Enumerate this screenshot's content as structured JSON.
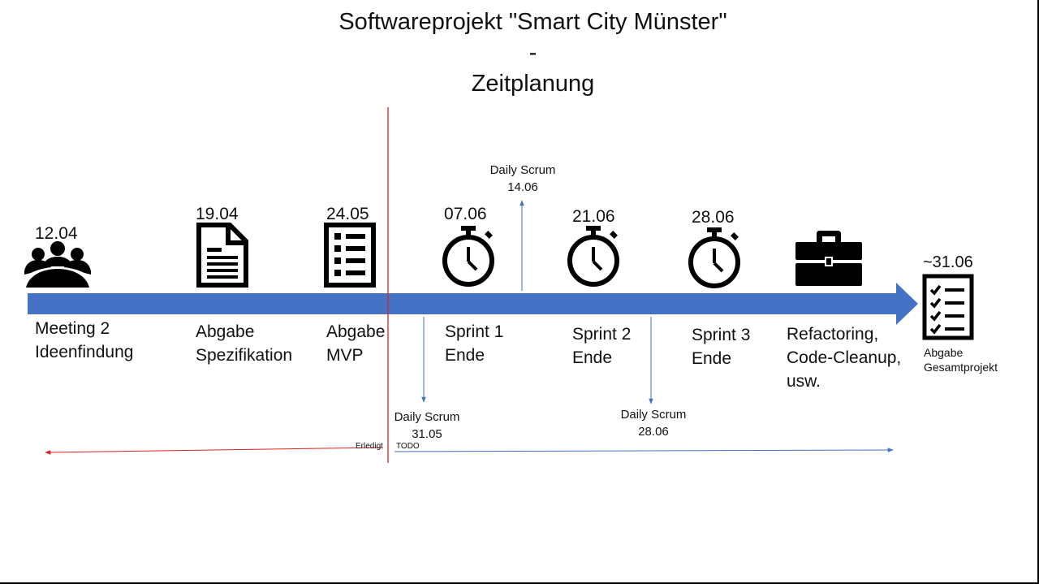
{
  "title": {
    "line1": "Softwareprojekt \"Smart City Münster\"",
    "line2": "-",
    "line3": "Zeitplanung"
  },
  "colors": {
    "timeline_arrow": "#4472C4",
    "today_line": "#E02020",
    "done_arrow": "#E02020",
    "todo_arrow": "#4472C4",
    "icons": "#000000"
  },
  "milestones": [
    {
      "date": "12.04",
      "label": "Meeting 2\nIdeenfindung",
      "icon": "meeting-group-icon"
    },
    {
      "date": "19.04",
      "label": "Abgabe\nSpezifikation",
      "icon": "document-icon"
    },
    {
      "date": "24.05",
      "label": "Abgabe\nMVP",
      "icon": "list-document-icon"
    },
    {
      "date": "07.06",
      "label": "Sprint 1\nEnde",
      "icon": "stopwatch-icon"
    },
    {
      "date": "21.06",
      "label": "Sprint 2\nEnde",
      "icon": "stopwatch-icon"
    },
    {
      "date": "28.06",
      "label": "Sprint 3\nEnde",
      "icon": "stopwatch-icon"
    },
    {
      "date": "",
      "label": "Refactoring,\nCode-Cleanup,\nusw.",
      "icon": "briefcase-icon"
    },
    {
      "date": "~31.06",
      "label": "Abgabe\nGesamtprojekt",
      "icon": "checklist-icon"
    }
  ],
  "daily_scrums": [
    {
      "text": "Daily Scrum\n14.06",
      "side": "above"
    },
    {
      "text": "Daily Scrum\n31.05",
      "side": "below"
    },
    {
      "text": "Daily Scrum\n28.06",
      "side": "below"
    }
  ],
  "status": {
    "done_label": "Erledigt",
    "todo_label": "TODO"
  }
}
